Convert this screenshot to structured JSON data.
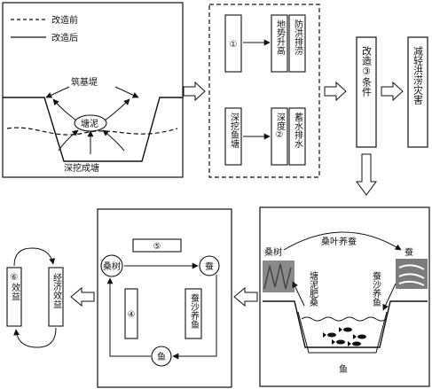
{
  "panel1": {
    "legend_before": "改造前",
    "legend_after": "改造后",
    "dike_label": "筑基堤",
    "mud_label": "塘泥",
    "pond_label": "深挖成塘"
  },
  "panel2": {
    "box1": "①",
    "box2": "地势升高",
    "box3": "防洪排涝",
    "box4": "深挖鱼塘",
    "box5": "深度②",
    "box6": "蓄水排水"
  },
  "process": {
    "box_modify": "改造③条件",
    "box_result": "减轻洪涝灾害"
  },
  "panel4": {
    "mulberry": "桑树",
    "silkworm": "蚕",
    "leaf_feed": "桑叶养蚕",
    "pond_mud": "塘泥肥桑",
    "sand_fish": "蚕沙养鱼",
    "fish": "鱼"
  },
  "panel5": {
    "mulberry": "桑树",
    "silkworm": "蚕",
    "fish": "鱼",
    "box5": "⑤",
    "box4": "④",
    "sand_fish": "蚕沙养鱼"
  },
  "panel6": {
    "benefit_6": "⑥效益",
    "economic": "经济效益"
  }
}
